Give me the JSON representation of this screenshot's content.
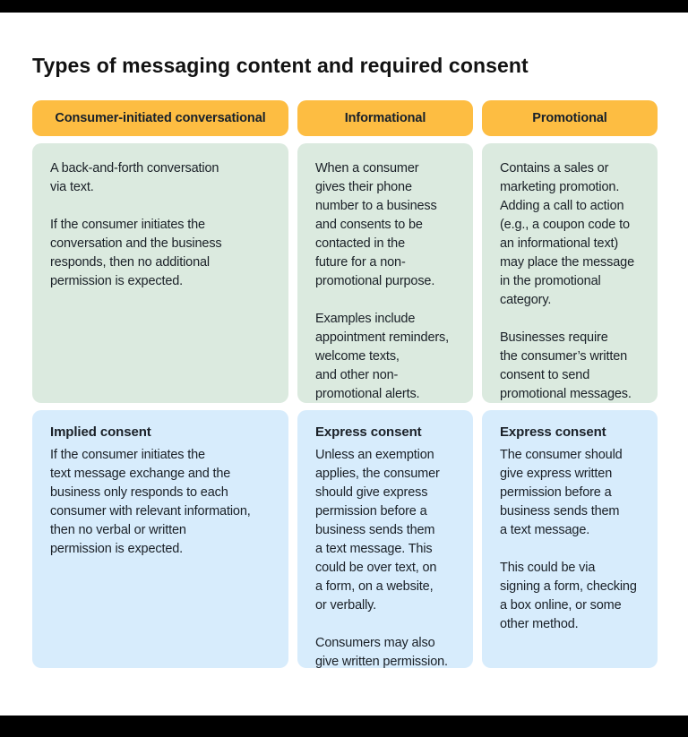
{
  "page": {
    "title": "Types of messaging content and required consent"
  },
  "colors": {
    "header_pill": "#FDBD42",
    "description_cell": "#DBEADF",
    "consent_cell": "#D7ECFC",
    "body_text": "#1A2027",
    "frame_bars": "#000000",
    "background": "#FFFFFF"
  },
  "columns": [
    {
      "header": "Consumer-initiated conversational",
      "description": [
        "A back-and-forth conversation\nvia text.",
        "If the consumer initiates the\nconversation and the business\nresponds, then no additional\npermission is expected."
      ],
      "consent": {
        "title": "Implied consent",
        "paragraphs": [
          "If the consumer initiates the\ntext message exchange and the\nbusiness only responds to each\nconsumer with relevant information,\nthen no verbal or written\npermission is expected."
        ]
      }
    },
    {
      "header": "Informational",
      "description": [
        "When a consumer\ngives their phone\nnumber to a business\nand consents to be\ncontacted in the\nfuture for a non-\npromotional purpose.",
        "Examples include\nappointment reminders,\nwelcome texts,\nand other non-\npromotional alerts."
      ],
      "consent": {
        "title": "Express consent",
        "paragraphs": [
          "Unless an exemption\napplies, the consumer\nshould give express\npermission before a\nbusiness sends them\na text message. This\ncould be over text, on\na form, on a website,\nor verbally.",
          "Consumers may also\ngive written permission."
        ]
      }
    },
    {
      "header": "Promotional",
      "description": [
        "Contains a sales or\nmarketing promotion.\nAdding a call to action\n(e.g., a coupon code to\nan informational text)\nmay place the message\nin the promotional\ncategory.",
        "Businesses require\nthe consumer’s written\nconsent to send\npromotional messages."
      ],
      "consent": {
        "title": "Express consent",
        "paragraphs": [
          "The consumer should\ngive express written\npermission before a\nbusiness sends them\na text message.",
          "This could be via\nsigning a form, checking\na box online, or some\nother method."
        ]
      }
    }
  ]
}
